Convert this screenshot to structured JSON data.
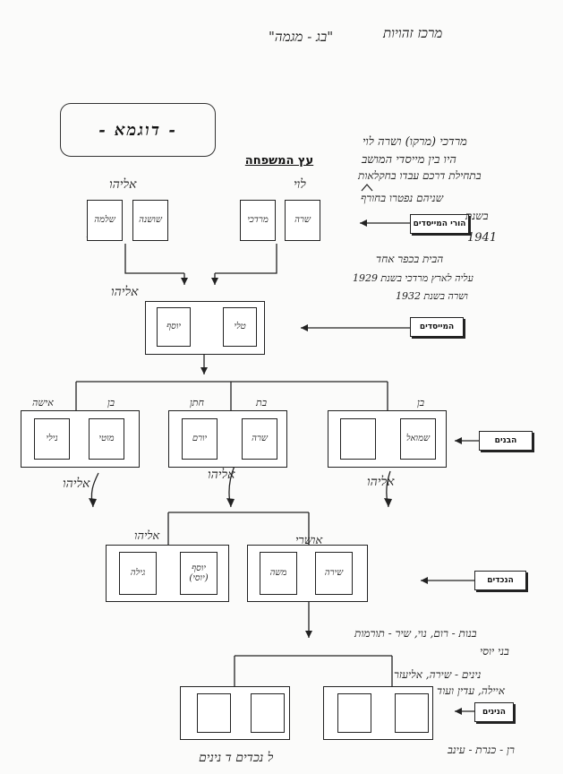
{
  "header": {
    "center_name": "מרכז זהויות",
    "grade": "\"בג - מגמה\""
  },
  "example_box": {
    "label": "- דוגמא -"
  },
  "tree_title": "עץ המשפחה",
  "labels": {
    "founders_parents": "הורי המייסדים",
    "founders": "המייסדים",
    "children": "הבנים",
    "grandchildren": "הנכדים",
    "great_grandchildren": "הנינים"
  },
  "family_names": {
    "left_parents": "אליהו",
    "right_parents": "לוי",
    "founders": "אליהו",
    "child_left": "אליהו",
    "child_mid": "אליהו",
    "child_right": "אליהו",
    "grandchild_left": "אליהו",
    "grandchild_right": "אושרי"
  },
  "relation_tags": {
    "son_left": "בן",
    "wife_left": "אישה",
    "son_in_law_mid": "חתן",
    "daughter_mid": "בת",
    "son_right": "בן"
  },
  "cards": {
    "gp_left_1": "שלמה",
    "gp_left_2": "שושנה",
    "gp_right_1": "מרדכי",
    "gp_right_2": "שרה",
    "founder_1": "יוסף",
    "founder_2": "טלי",
    "child_l1": "נילי",
    "child_l2": "מוטי",
    "child_m1": "יורם",
    "child_m2": "שרה",
    "child_r2": "שמואל",
    "gc_l1": "גילה",
    "gc_l2": "יוסף (יוסי)",
    "gc_r1": "משה",
    "gc_r2": "שירה"
  },
  "notes": {
    "n1": "מרדכי (מרקו) ושרה לוי",
    "n2": "היו בין מייסדי המושב",
    "n3": "בתחילת דרכם עבדו בחקלאות",
    "n4": "שניהם נפטרו בחורף",
    "n5": "בשנת",
    "n6": "1941",
    "n7": "הבית בכפר אחד",
    "n8": "עליה לארץ מרדכי בשנת 1929",
    "n9": "ושרה בשנת 1932",
    "n10": "בנות - רום, נוי, שיר - תורמות",
    "n11": "בני יוסי",
    "n12": "נינים - שירה, אליעזר",
    "n13": "איילה, עדין ועוד",
    "n14": "רן - כנרת - עינב",
    "n15": "ל נכדים   ד נינים"
  }
}
